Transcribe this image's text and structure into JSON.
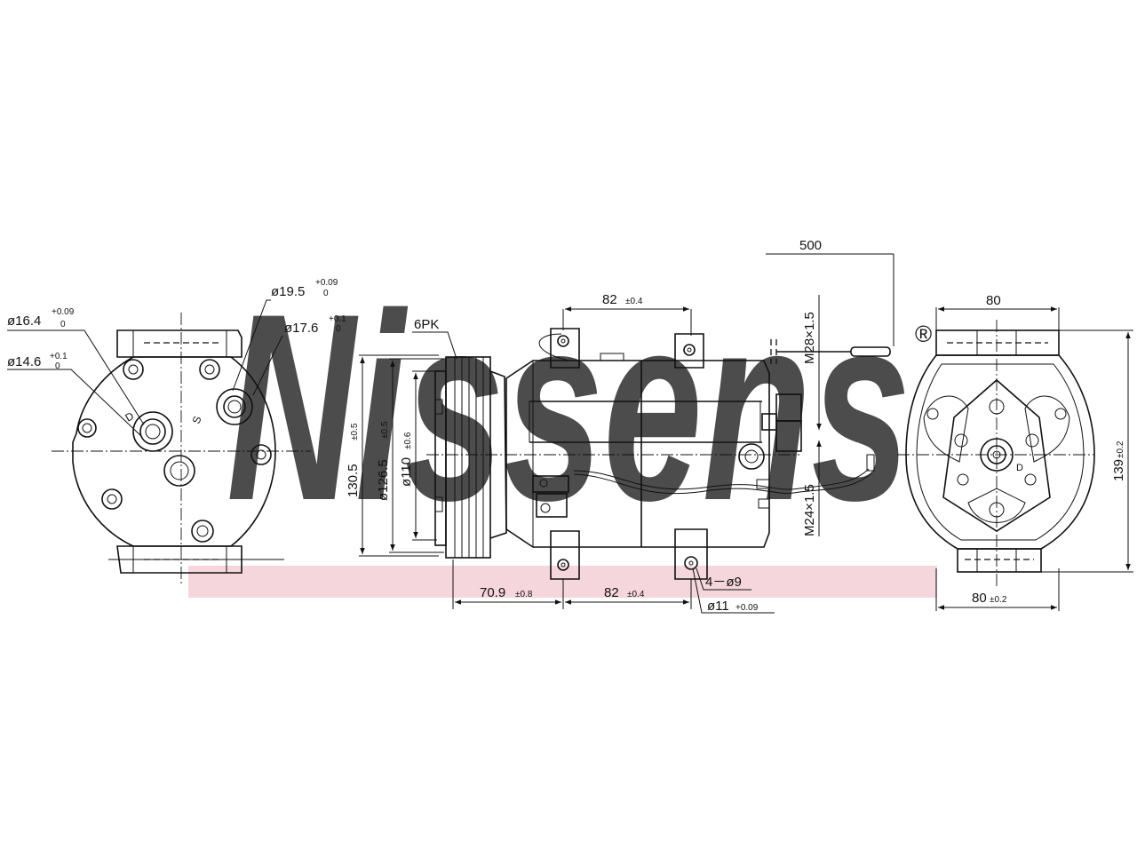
{
  "watermark": {
    "text": "Nissens",
    "mark": "®",
    "color": "#a9bdd2",
    "band_color": "#f5d6dc"
  },
  "line_color": "#111111",
  "left_view": {
    "port_d": {
      "label": "ø16.4",
      "tol": "+0.09",
      "tol2": "0"
    },
    "port_s": {
      "label": "ø19.5",
      "tol": "+0.09",
      "tol2": "0"
    },
    "port_d2": {
      "label": "ø17.6",
      "tol": "+0.1",
      "tol2": "0"
    },
    "port_d3": {
      "label": "ø14.6",
      "tol": "+0.1",
      "tol2": "0"
    },
    "mark_d": "D",
    "mark_s": "S"
  },
  "side_view": {
    "belt": "6PK",
    "mount_top": {
      "value": "82",
      "tol": "±0.4"
    },
    "cable_len": "500",
    "thread_top": "M28×1.5",
    "thread_bot": "M24×1.5",
    "d_outer": {
      "value": "130.5",
      "tol": "±0.5"
    },
    "d_pulley": {
      "value": "ø126.5",
      "tol": "±0.5"
    },
    "d_hub": {
      "value": "ø110",
      "tol": "±0.6"
    },
    "offset": {
      "value": "70.9",
      "tol": "±0.8"
    },
    "mount_bot": {
      "value": "82",
      "tol": "±0.4"
    },
    "holes": "4－ø9",
    "hole_dia": {
      "value": "ø11",
      "tol": "+0.09"
    }
  },
  "right_view": {
    "width_top": "80",
    "height": {
      "value": "139",
      "tol": "±0.2"
    },
    "width_bot": {
      "value": "80",
      "tol": "±0.2"
    },
    "mark_d": "D"
  }
}
